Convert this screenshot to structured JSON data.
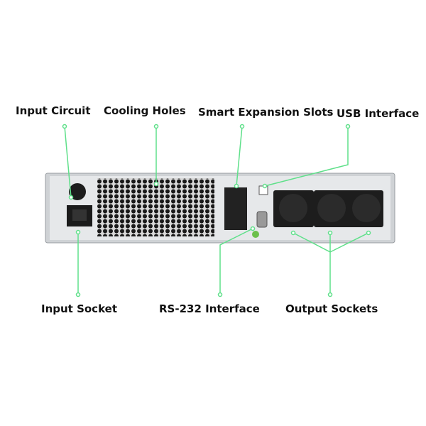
{
  "labels": {
    "input_circuit": "Input Circuit",
    "cooling_holes": "Cooling Holes",
    "smart_expansion_slots": "Smart Expansion Slots",
    "usb_interface": "USB Interface",
    "input_socket": "Input Socket",
    "rs232_interface": "RS-232 Interface",
    "output_sockets": "Output Sockets"
  },
  "colors": {
    "callout": "#5fe08a",
    "panel": "#e4e6e8",
    "socket": "#222222"
  }
}
